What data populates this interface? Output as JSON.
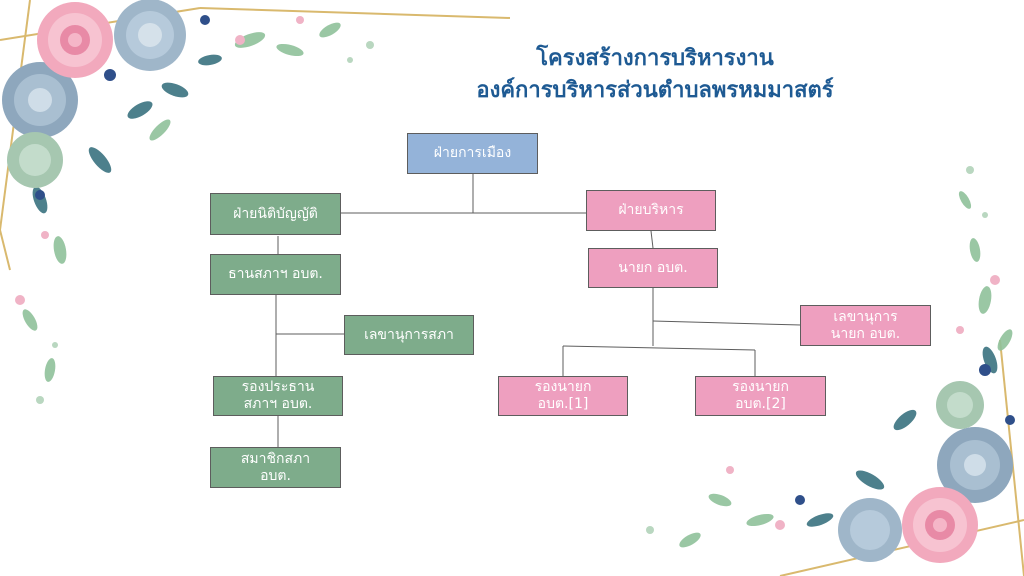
{
  "title": {
    "line1": "โครงสร้างการบริหารงาน",
    "line2": "องค์การบริหารส่วนตำบลพรหมมาสตร์"
  },
  "org": {
    "politics": "ฝ่ายการเมือง",
    "legislative": "ฝ่ายนิติบัญญัติ",
    "council_chair": "ธานสภาฯ อบต.",
    "council_secretary": "เลขานุการสภา",
    "council_vice_chair": "รองประธาน\nสภาฯ อบต.",
    "council_member": "สมาชิกสภา\nอบต.",
    "executive": "ฝ่ายบริหาร",
    "mayor": "นายก อบต.",
    "mayor_secretary": "เลขานุการ\nนายก อบต.",
    "vice_mayor_1": "รองนายก\nอบต.[1]",
    "vice_mayor_2": "รองนายก\nอบต.[2]"
  },
  "colors": {
    "title": "#1e5a93",
    "politics_box": "#94b3d9",
    "legislative_box": "#7eac8b",
    "executive_box": "#ee9fbf",
    "connector": "#5d5d5d"
  }
}
